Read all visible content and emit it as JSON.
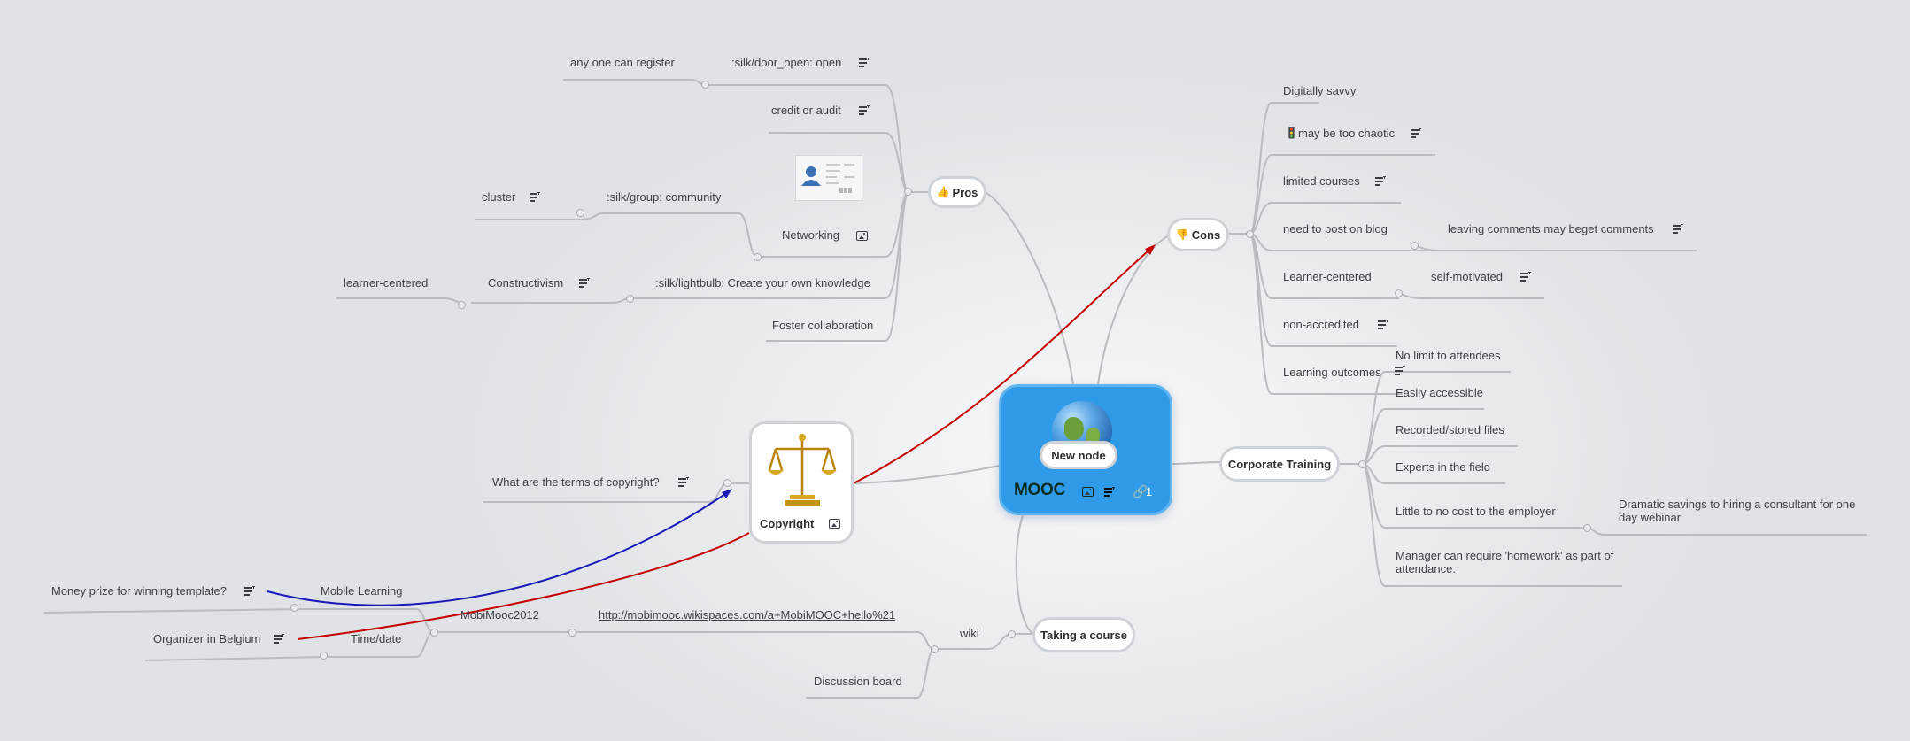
{
  "center": {
    "title": "MOOC",
    "child_label": "New node",
    "link_count": "1",
    "icons": [
      "globe-image",
      "image-icon",
      "note-icon",
      "link-icon"
    ]
  },
  "pros": {
    "label": "Pros",
    "icon": "👍",
    "items": {
      "open": ":silk/door_open: open",
      "register": "any one can register",
      "credit": "credit or audit",
      "networking": "Networking",
      "community": ":silk/group: community",
      "cluster": "cluster",
      "knowledge": ":silk/lightbulb: Create your own knowledge",
      "constructivism": "Constructivism",
      "learner_centered": "learner-centered",
      "foster": "Foster collaboration"
    }
  },
  "cons": {
    "label": "Cons",
    "icon": "👎",
    "items": {
      "digitally": "Digitally savvy",
      "chaotic": "may be too chaotic",
      "limited": "limited courses",
      "blog": "need to post on blog",
      "comments": "leaving comments may beget comments",
      "learner": "Learner-centered",
      "self": "self-motivated",
      "nonaccredited": "non-accredited",
      "outcomes": "Learning outcomes"
    }
  },
  "corporate": {
    "label": "Corporate Training",
    "items": {
      "nolimit": "No limit to attendees",
      "accessible": "Easily accessible",
      "recorded": "Recorded/stored files",
      "experts": "Experts in the field",
      "cost": "Little to no cost to the employer",
      "savings": "Dramatic savings to hiring a consultant for one day webinar",
      "homework": "Manager can require 'homework' as part of attendance."
    }
  },
  "course": {
    "label": "Taking a course",
    "items": {
      "wiki": "wiki",
      "url": "http://mobimooc.wikispaces.com/a+MobiMOOC+hello%21",
      "mobimooc": "MobiMooc2012",
      "mobile": "Mobile Learning",
      "money": "Money prize for winning template?",
      "time": "Time/date",
      "organizer": "Organizer in Belgium",
      "discussion": "Discussion board"
    }
  },
  "copyright": {
    "label": "Copyright",
    "question": "What are the terms of copyright?"
  },
  "colors": {
    "center_fill": "#2f9be8",
    "relation_red": "#c40000",
    "relation_blue": "#1a1ab8",
    "branch_line": "#b9bcc1"
  }
}
